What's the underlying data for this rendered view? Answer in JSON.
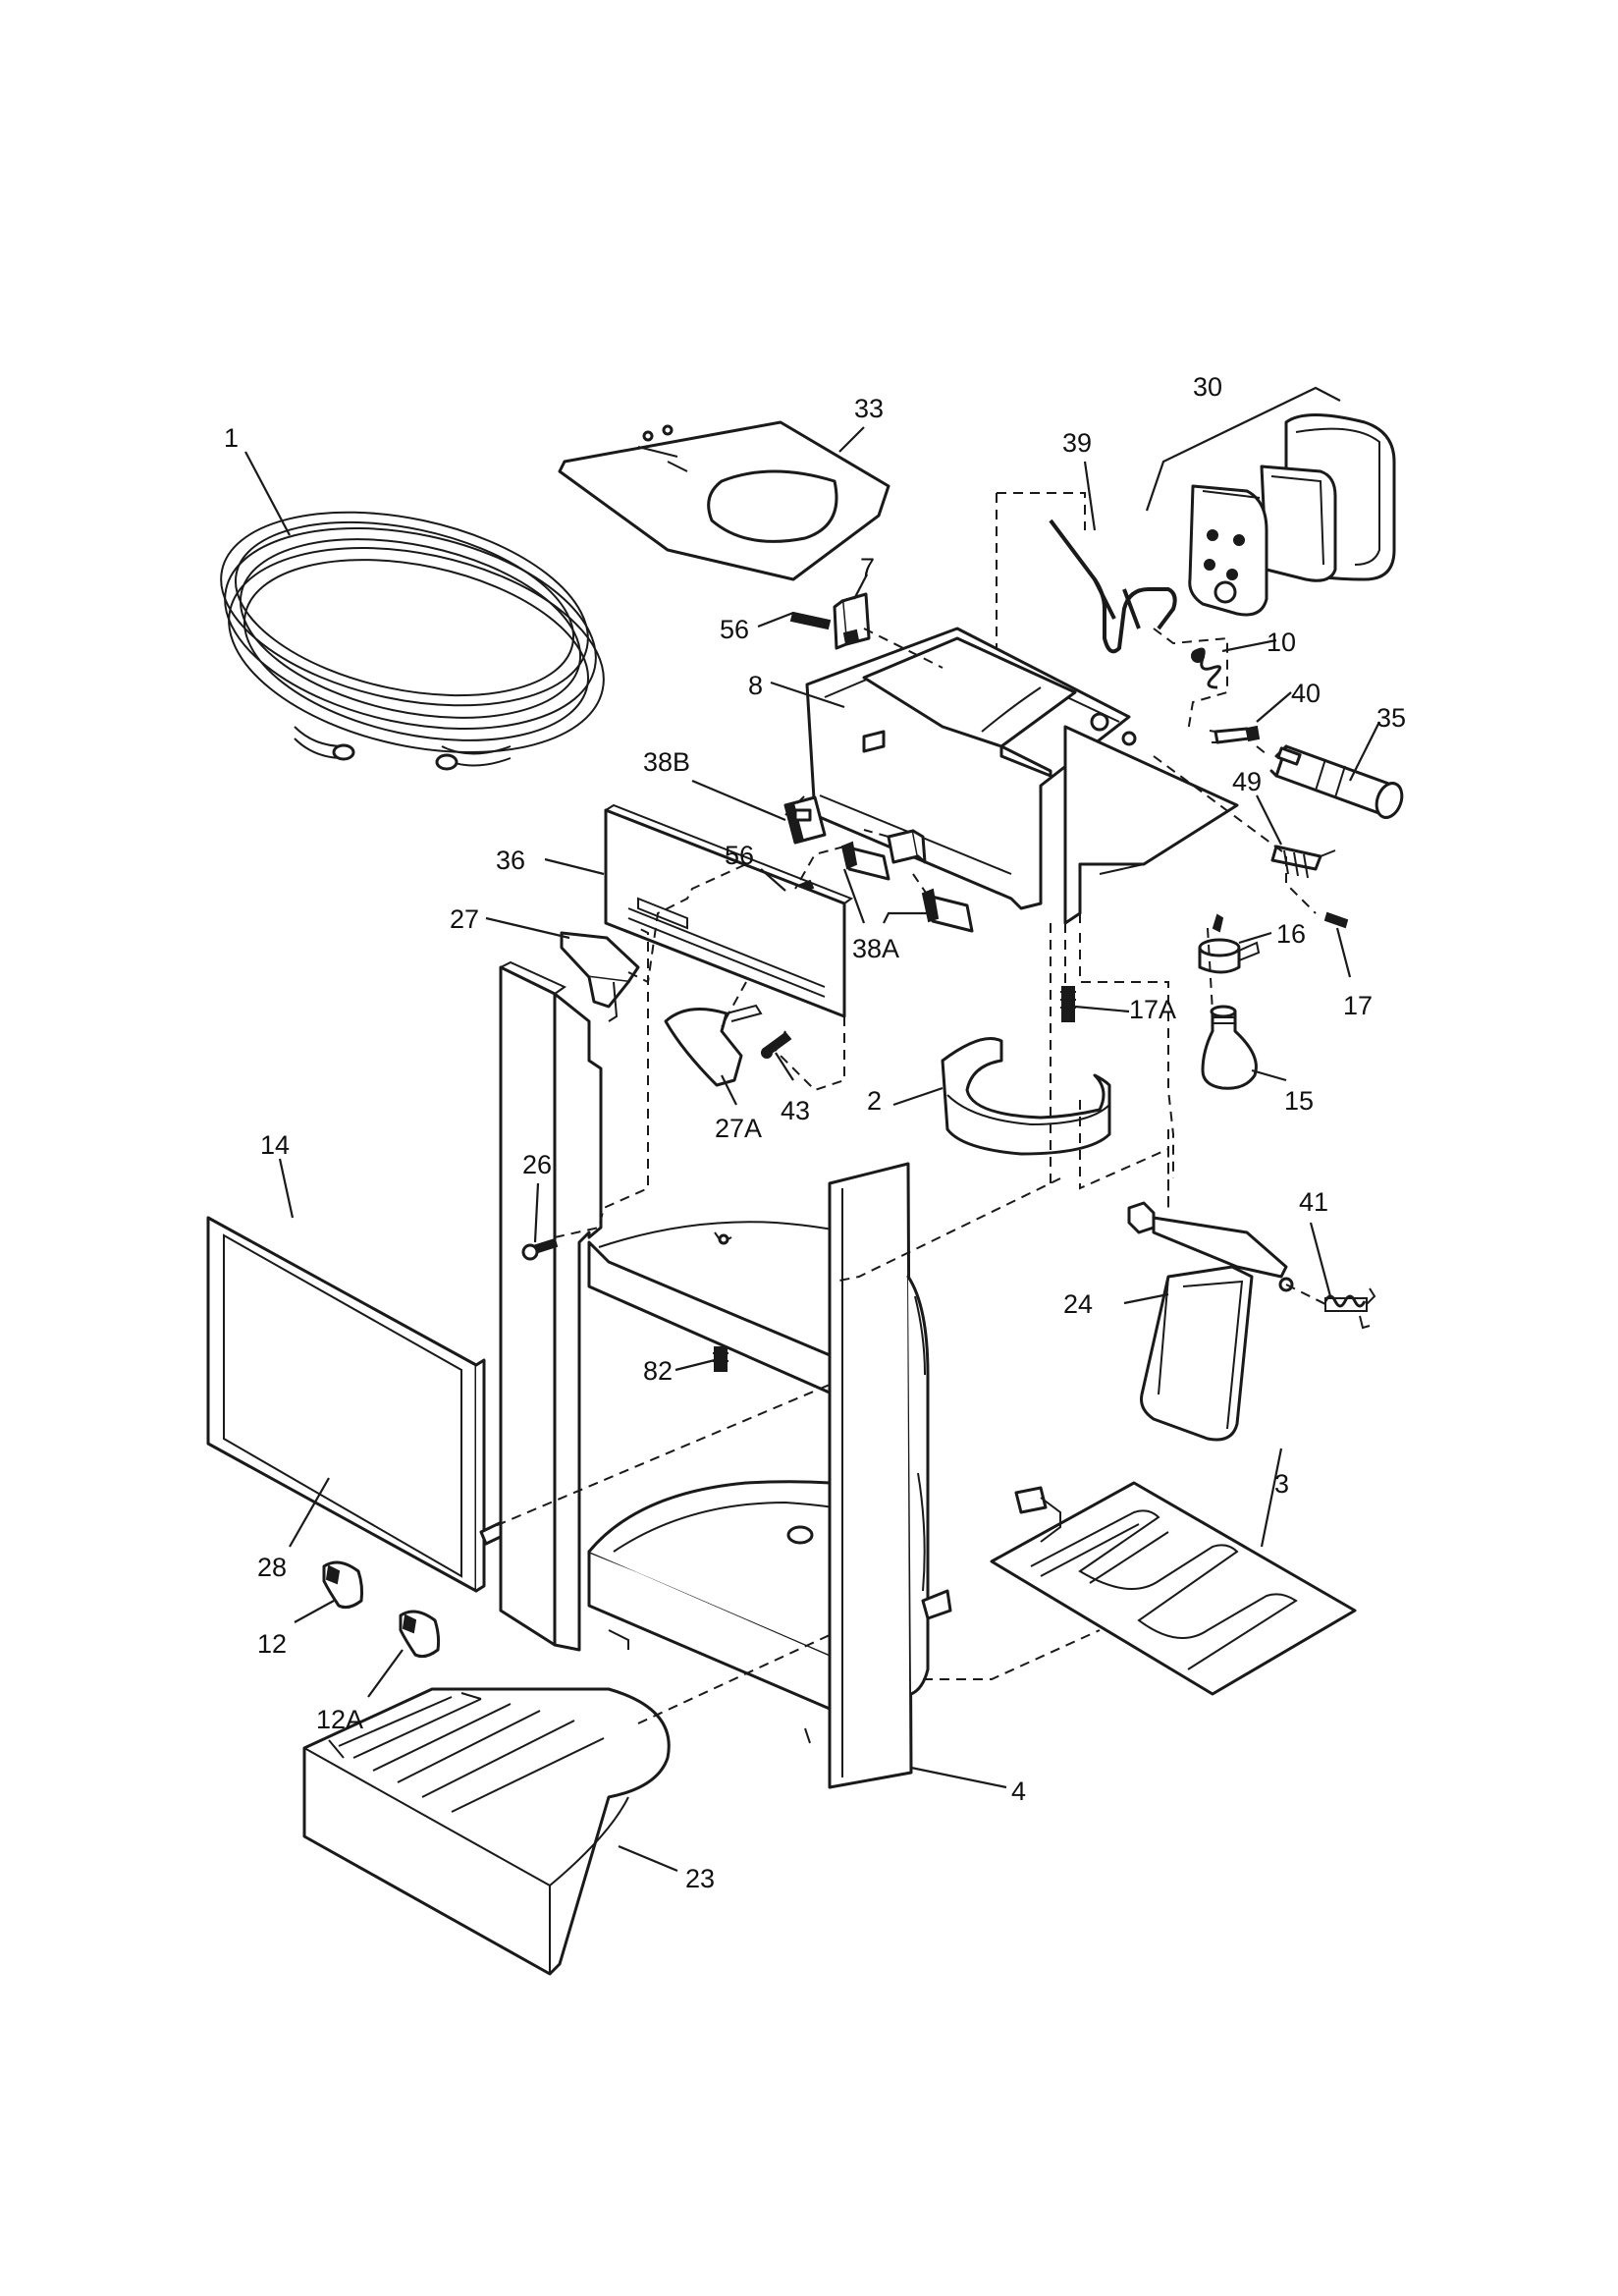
{
  "callouts": [
    {
      "id": "c1",
      "text": "1"
    },
    {
      "id": "c33",
      "text": "33"
    },
    {
      "id": "c30",
      "text": "30"
    },
    {
      "id": "c39",
      "text": "39"
    },
    {
      "id": "c7",
      "text": "7"
    },
    {
      "id": "c56a",
      "text": "56"
    },
    {
      "id": "c10",
      "text": "10"
    },
    {
      "id": "c8",
      "text": "8"
    },
    {
      "id": "c40",
      "text": "40"
    },
    {
      "id": "c35",
      "text": "35"
    },
    {
      "id": "c38b",
      "text": "38B"
    },
    {
      "id": "c49",
      "text": "49"
    },
    {
      "id": "c36",
      "text": "36"
    },
    {
      "id": "c56b",
      "text": "56"
    },
    {
      "id": "c27",
      "text": "27"
    },
    {
      "id": "c38a",
      "text": "38A"
    },
    {
      "id": "c16",
      "text": "16"
    },
    {
      "id": "c17a",
      "text": "17A"
    },
    {
      "id": "c17",
      "text": "17"
    },
    {
      "id": "c43",
      "text": "43"
    },
    {
      "id": "c2",
      "text": "2"
    },
    {
      "id": "c15",
      "text": "15"
    },
    {
      "id": "c14",
      "text": "14"
    },
    {
      "id": "c26",
      "text": "26"
    },
    {
      "id": "c27a",
      "text": "27A"
    },
    {
      "id": "c41",
      "text": "41"
    },
    {
      "id": "c24",
      "text": "24"
    },
    {
      "id": "c82",
      "text": "82"
    },
    {
      "id": "c3",
      "text": "3"
    },
    {
      "id": "c28",
      "text": "28"
    },
    {
      "id": "c12",
      "text": "12"
    },
    {
      "id": "c12a",
      "text": "12A"
    },
    {
      "id": "c4",
      "text": "4"
    },
    {
      "id": "c23",
      "text": "23"
    }
  ]
}
